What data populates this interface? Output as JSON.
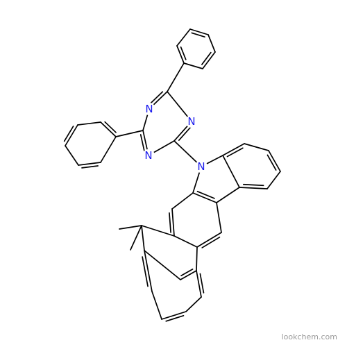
{
  "diagram": {
    "type": "chemical-structure",
    "atom_labels": {
      "n_triazine_top": "N",
      "n_triazine_right": "N",
      "n_triazine_bottom": "N",
      "n_carbazole": "N"
    },
    "colors": {
      "bond": "#000000",
      "heteroatom": "#1a1aee",
      "background": "#ffffff",
      "watermark": "#9a9a9a"
    }
  },
  "watermark": {
    "text": "lookchem.com"
  }
}
